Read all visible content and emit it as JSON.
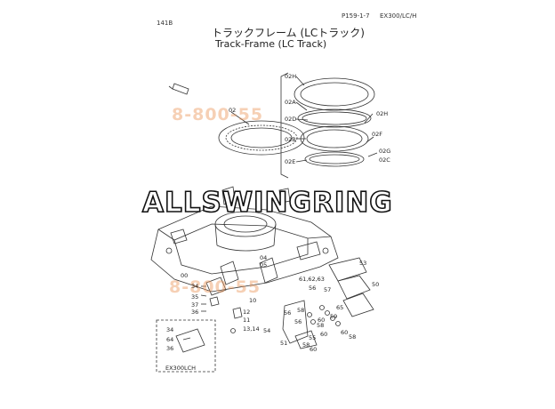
{
  "header": {
    "page_code": "141B",
    "ref": "P159-1-7",
    "model": "EX300/LC/H",
    "title_jp": "トラックフレーム (LCトラック)",
    "title_en": "Track-Frame (LC Track)"
  },
  "watermarks": {
    "brand": "ALLSWINGRING",
    "phone_top": "8-800-55",
    "phone_bottom": "8-800-55"
  },
  "inset": {
    "label": "EX300LCH"
  },
  "labels": {
    "l02": "02",
    "l02h": "02H",
    "l02a": "02A",
    "l02d": "02D",
    "l02b": "02B",
    "l02e": "02E",
    "l02h_r": "02H",
    "l02f": "02F",
    "l02g": "02G",
    "l02c": "02C",
    "l00": "00",
    "l04": "04",
    "l05": "05",
    "l10": "10",
    "l34": "34",
    "l35": "35",
    "l37": "37",
    "l36": "36",
    "l12": "12",
    "l11": "11",
    "l1314": "13,14",
    "l616263": "61,62,63",
    "l53": "53",
    "l56": "56",
    "l57": "57",
    "l50": "50",
    "l58a": "58",
    "l56b": "56",
    "l60a": "60",
    "l59": "59",
    "l58b": "58",
    "l60b": "60",
    "l54": "54",
    "l51": "51",
    "l56c": "56",
    "l55": "55",
    "l58c": "58",
    "l60c": "60",
    "l65": "65",
    "l60d": "60",
    "l58d": "58",
    "i34": "34",
    "i64": "64",
    "i36": "36"
  }
}
